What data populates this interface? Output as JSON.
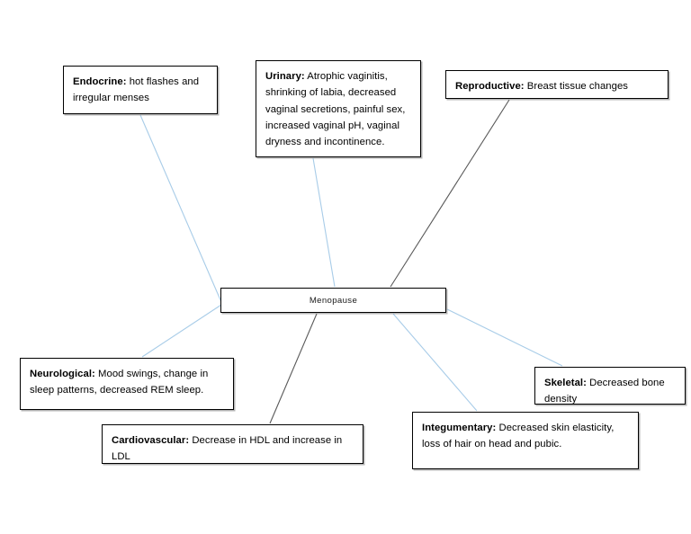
{
  "diagram": {
    "title": "Menopause body-system effects concept map",
    "center": {
      "label": "Menopause"
    },
    "line_colors": {
      "light_blue": "#a8cce8",
      "dark_gray": "#595959"
    },
    "nodes": [
      {
        "id": "endocrine",
        "category": "Endocrine:",
        "description": " hot flashes and irregular menses",
        "connector_color": "light_blue"
      },
      {
        "id": "urinary",
        "category": "Urinary:",
        "description": " Atrophic vaginitis, shrinking of labia, decreased vaginal secretions, painful sex, increased vaginal pH, vaginal dryness and incontinence.",
        "connector_color": "light_blue"
      },
      {
        "id": "reproductive",
        "category": "Reproductive:",
        "description": " Breast tissue changes",
        "connector_color": "dark_gray"
      },
      {
        "id": "neurological",
        "category": "Neurological:",
        "description": " Mood swings, change in sleep patterns, decreased REM sleep.",
        "connector_color": "light_blue"
      },
      {
        "id": "cardiovascular",
        "category": "Cardiovascular:",
        "description": " Decrease in HDL and increase in LDL",
        "connector_color": "dark_gray"
      },
      {
        "id": "integumentary",
        "category": "Integumentary:",
        "description": " Decreased skin elasticity, loss of hair on head and pubic.",
        "connector_color": "light_blue"
      },
      {
        "id": "skeletal",
        "category": "Skeletal:",
        "description": " Decreased bone density",
        "connector_color": "light_blue"
      }
    ]
  }
}
